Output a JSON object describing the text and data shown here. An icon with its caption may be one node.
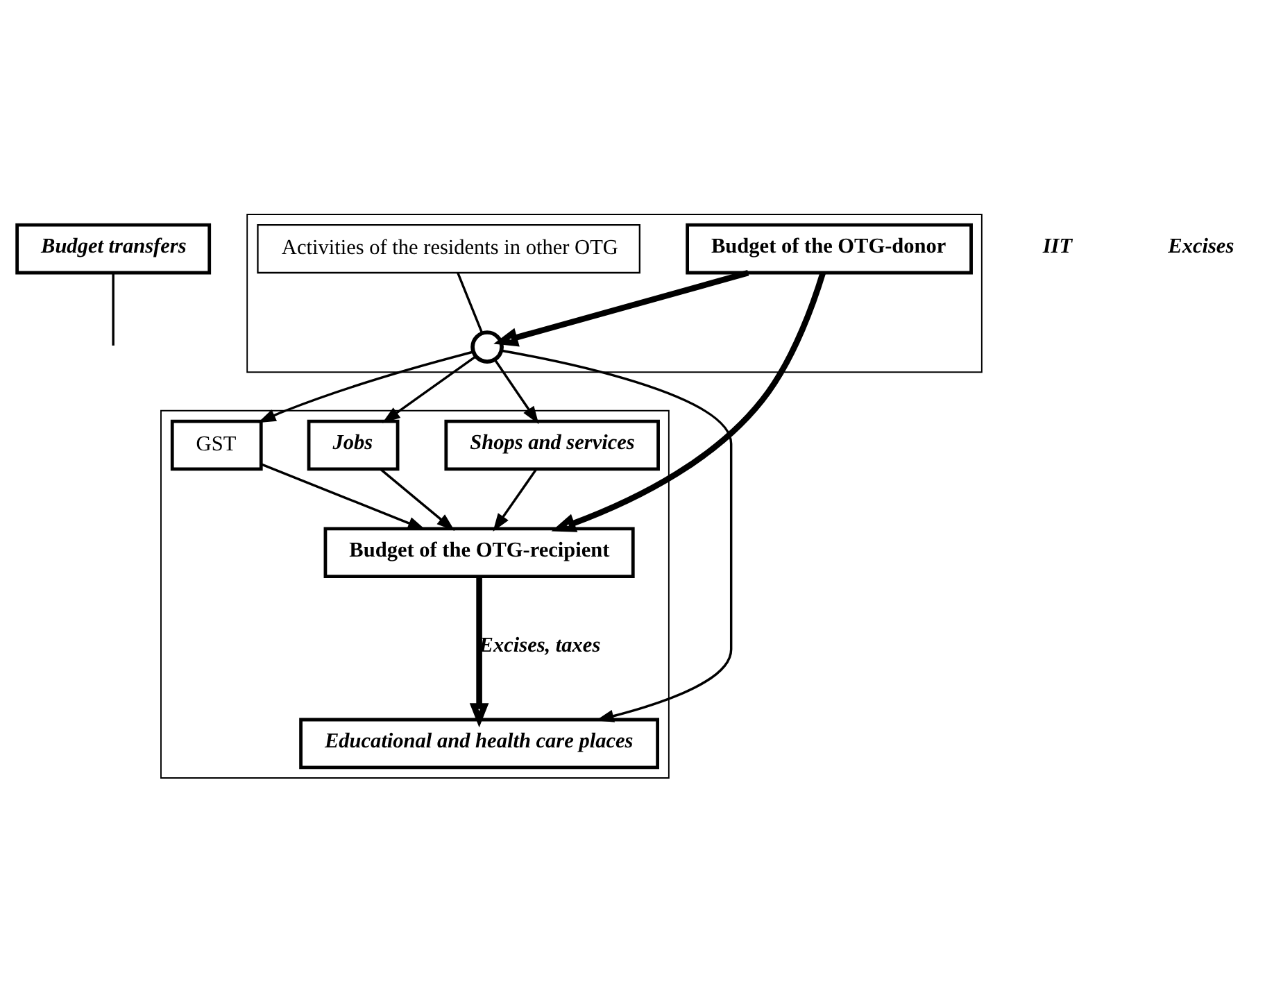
{
  "diagram": {
    "nodes": [
      {
        "text": [
          "Budget transfers"
        ]
      },
      {
        "text": [],
        "shape": "box"
      },
      {
        "text": [
          "Budget of the OTG-recipient"
        ],
        "in": 1
      },
      {
        "text": [],
        "shape": "box"
      },
      {
        "text": [
          "Budget of the OTG-donor"
        ],
        "in": 3
      },
      {
        "text": [
          "GST"
        ],
        "in": 1
      },
      {
        "text": [
          "Jobs"
        ],
        "in": 1
      },
      {
        "text": [],
        "shape": "circle",
        "in": 3
      },
      {
        "text": [
          "Shops and services"
        ],
        "in": 1
      },
      {
        "text": [
          "Activities of the residents in other OTG"
        ],
        "in": 3
      },
      {
        "text": [
          "Educational and health care places"
        ],
        "in": 1
      }
    ],
    "edges": [
      {
        "from": 4,
        "to": 2,
        "arrow": "to",
        "style": "thick"
      },
      {
        "from": 0,
        "to": null,
        "arrow": "none"
      },
      {
        "from": 2,
        "to": 10,
        "arrow": "to",
        "style": "thick",
        "label": "Excises, taxes"
      },
      {
        "from": 8,
        "to": 2,
        "arrow": "to"
      },
      {
        "from": 6,
        "to": 2,
        "arrow": "to"
      },
      {
        "from": 5,
        "to": 2,
        "arrow": "to"
      },
      {
        "from": 4,
        "to": 7,
        "arrow": "to",
        "style": "thick"
      },
      {
        "from": 7,
        "to": 5,
        "arrow": "to"
      },
      {
        "from": 7,
        "to": 6,
        "arrow": "to"
      },
      {
        "from": 7,
        "to": 8,
        "arrow": "to"
      },
      {
        "from": 7,
        "to": 10,
        "arrow": "to"
      },
      {
        "from": 9,
        "to": 7,
        "arrow": "none"
      }
    ],
    "labels": [
      "IIT",
      "Excises"
    ]
  }
}
